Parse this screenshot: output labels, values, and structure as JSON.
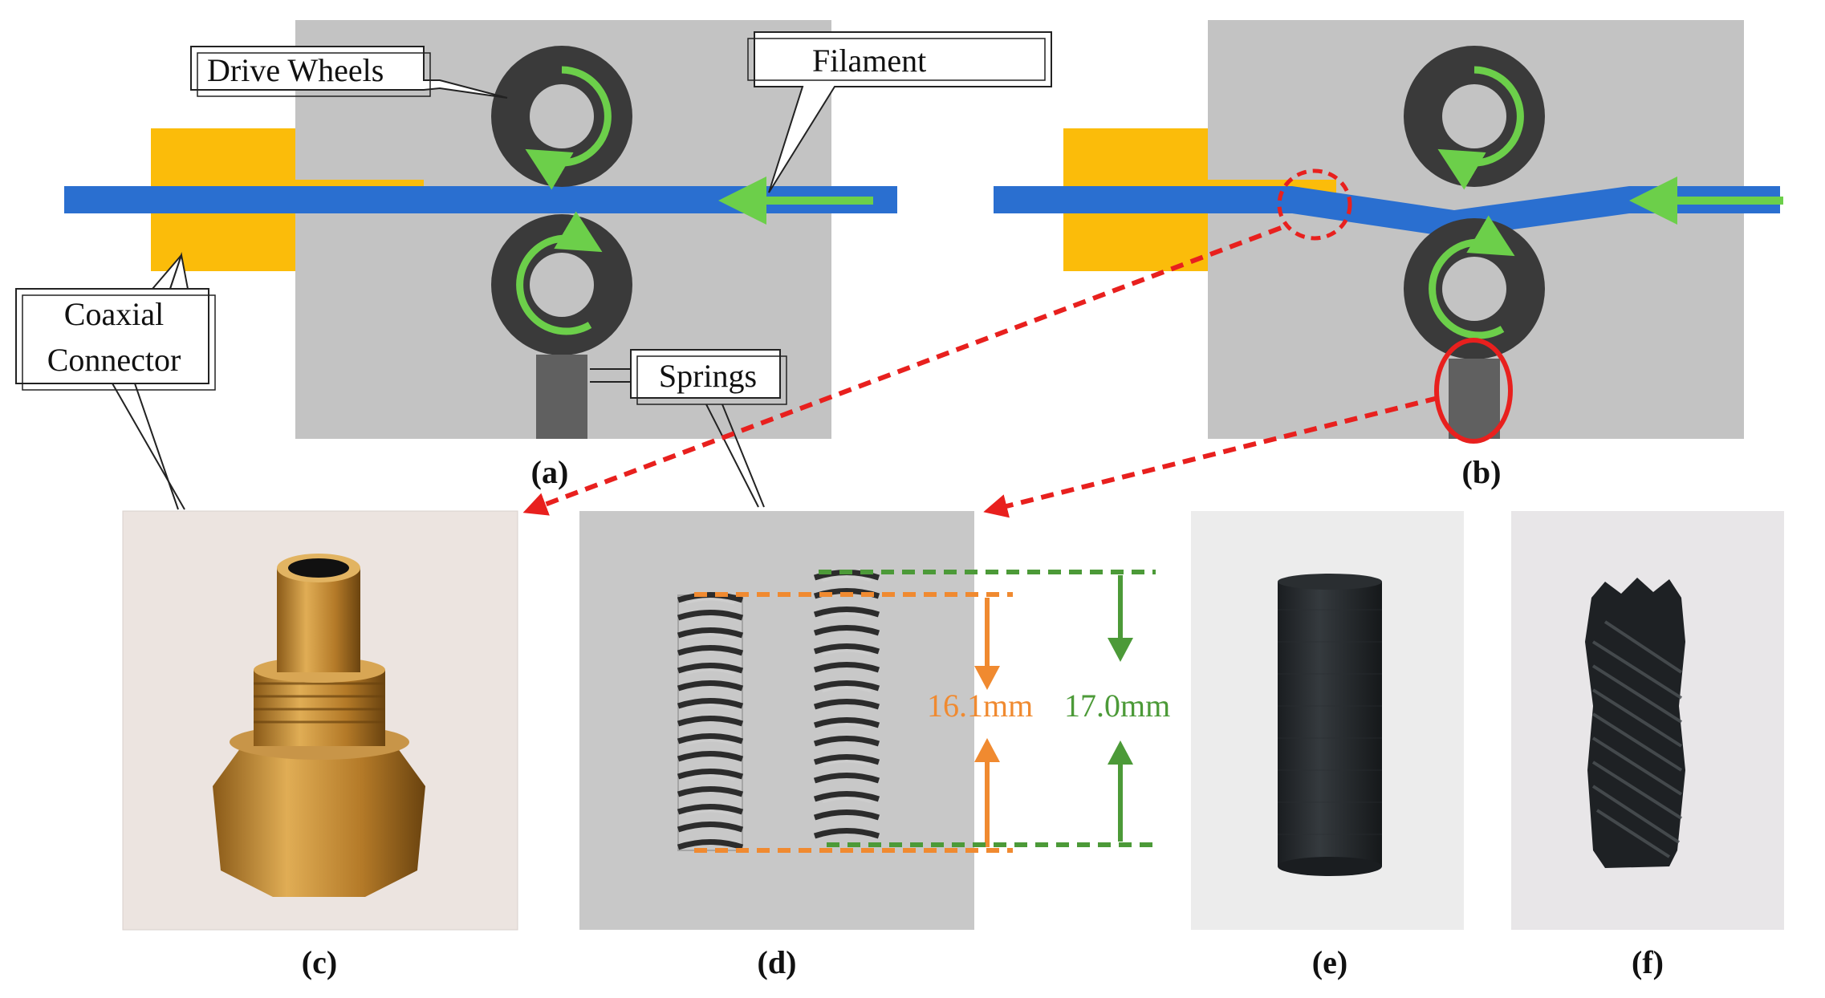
{
  "figure": {
    "callouts": {
      "drive_wheels": "Drive Wheels",
      "filament": "Filament",
      "coaxial_line1": "Coaxial",
      "coaxial_line2": "Connector",
      "springs": "Springs"
    },
    "panel_labels": {
      "a": "(a)",
      "b": "(b)",
      "c": "(c)",
      "d": "(d)",
      "e": "(e)",
      "f": "(f)"
    },
    "measurements": {
      "orange": "16.1mm",
      "green": "17.0mm"
    },
    "colors": {
      "housing": "#c3c3c3",
      "filament": "#2a6fd0",
      "connector": "#fbbc0a",
      "wheel": "#3a3a3a",
      "arrow_green": "#6ccf4a",
      "spring": "#606060",
      "highlight_red": "#e8201e",
      "dim_orange": "#f08a30",
      "dim_green": "#4c9a38"
    }
  }
}
